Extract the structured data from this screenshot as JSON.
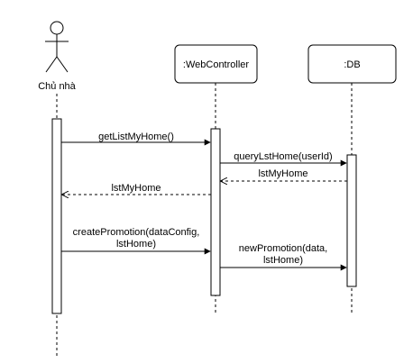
{
  "participants": {
    "actor": {
      "label": "Chủ nhà"
    },
    "webcontroller": {
      "label": ":WebController"
    },
    "db": {
      "label": ":DB"
    }
  },
  "messages": [
    {
      "id": "m1",
      "label_lines": [
        "getListMyHome()"
      ],
      "type": "call",
      "from": "actor",
      "to": "webcontroller"
    },
    {
      "id": "m2",
      "label_lines": [
        "queryLstHome(userId)"
      ],
      "type": "call",
      "from": "webcontroller",
      "to": "db"
    },
    {
      "id": "m3",
      "label_lines": [
        "lstMyHome"
      ],
      "type": "return",
      "from": "db",
      "to": "webcontroller"
    },
    {
      "id": "m4",
      "label_lines": [
        "lstMyHome"
      ],
      "type": "return",
      "from": "webcontroller",
      "to": "actor"
    },
    {
      "id": "m5",
      "label_lines": [
        "createPromotion(dataConfig,",
        "lstHome)"
      ],
      "type": "call",
      "from": "actor",
      "to": "webcontroller"
    },
    {
      "id": "m6",
      "label_lines": [
        "newPromotion(data,",
        "lstHome)"
      ],
      "type": "call",
      "from": "webcontroller",
      "to": "db"
    }
  ]
}
